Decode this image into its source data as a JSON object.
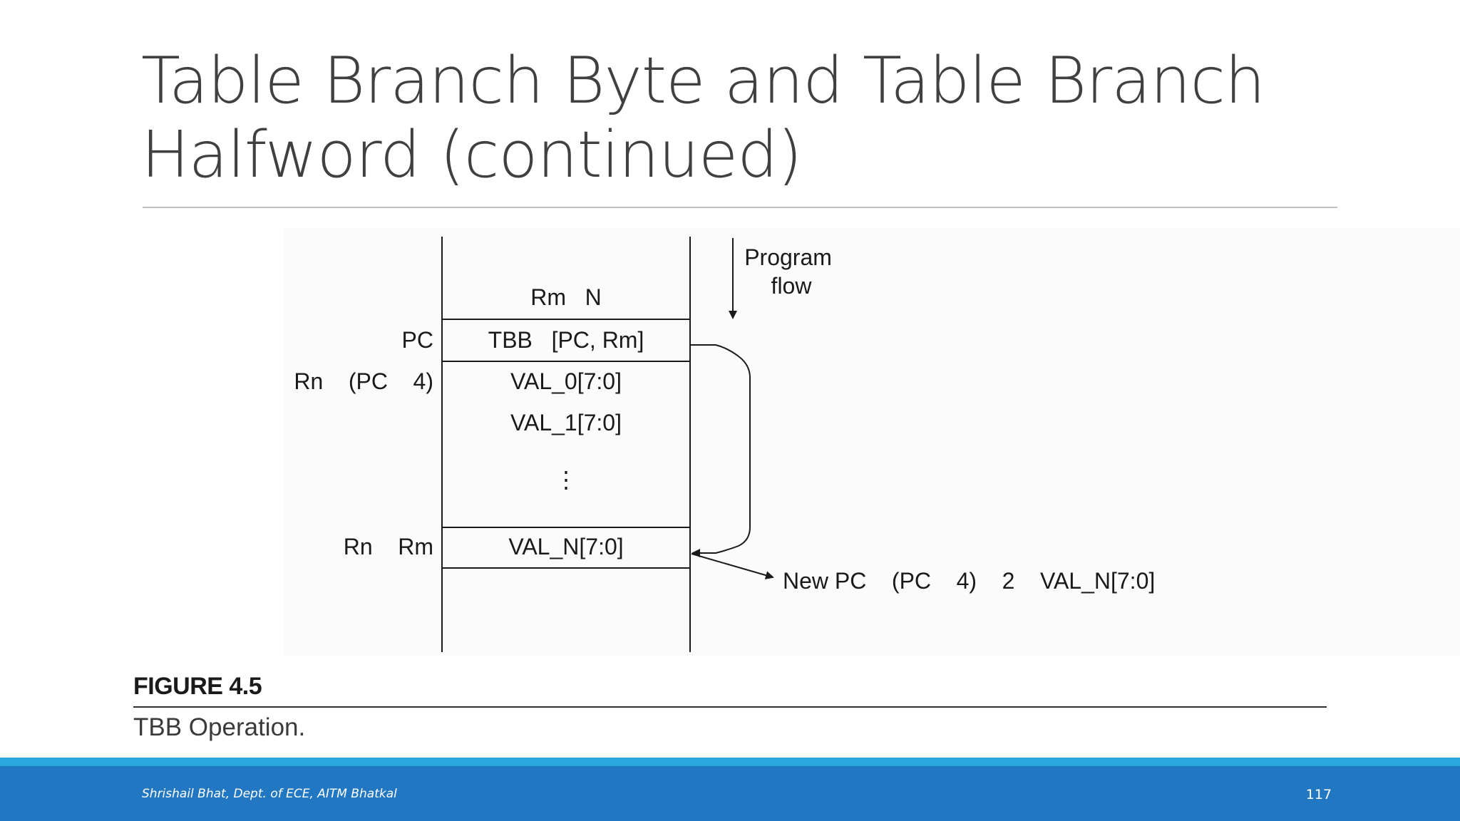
{
  "slide": {
    "title_line1": "Table Branch Byte and Table Branch",
    "title_line2": "Halfword (continued)"
  },
  "diagram": {
    "program_flow_line1": "Program",
    "program_flow_line2": "flow",
    "rm_n": "Rm   N",
    "pc_label": "PC",
    "tbb_instr": "TBB   [PC, Rm]",
    "rn_pc4": "Rn    (PC    4)",
    "val0": "VAL_0[7:0]",
    "val1": "VAL_1[7:0]",
    "ellipsis": "⋮",
    "rn_rm": "Rn    Rm",
    "valn": "VAL_N[7:0]",
    "new_pc": "New PC    (PC    4)    2    VAL_N[7:0]"
  },
  "figure": {
    "label": "FIGURE 4.5",
    "caption": "TBB Operation."
  },
  "footer": {
    "author": "Shrishail Bhat, Dept. of ECE, AITM Bhatkal",
    "page_number": "117"
  },
  "colors": {
    "title": "#404040",
    "footer_bar": "#2277c3",
    "footer_stripe": "#29a8e0"
  }
}
